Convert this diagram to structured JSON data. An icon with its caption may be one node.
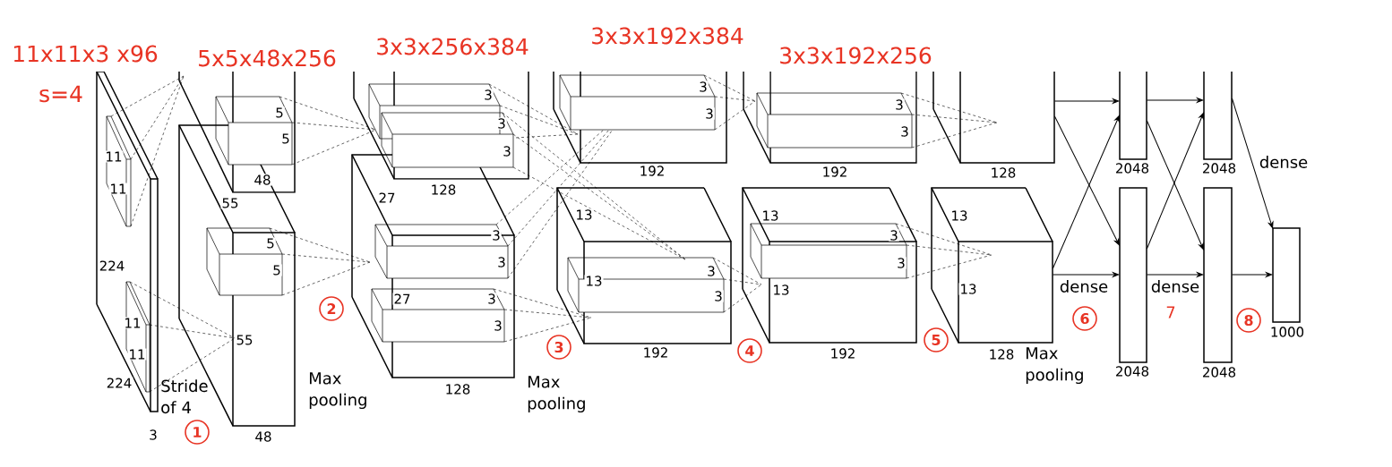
{
  "diagram": {
    "nodes": [
      {
        "text": [],
        "shape": "box",
        "beside": [
          "128"
        ]
      },
      {
        "text": [],
        "shape": "box",
        "beside": [
          "128"
        ]
      },
      {
        "text": [],
        "shape": "bar",
        "beside": [
          "2048"
        ]
      },
      {
        "text": [],
        "shape": "bar",
        "beside": [
          "2048"
        ]
      },
      {
        "text": [],
        "shape": "bar",
        "beside": [
          "2048"
        ]
      },
      {
        "text": [],
        "shape": "bar",
        "beside": [
          "2048"
        ]
      },
      {
        "text": [],
        "shape": "bar",
        "beside": [
          "1000"
        ]
      }
    ],
    "edges": [
      {
        "from": 0,
        "to": 2,
        "arrow": "to"
      },
      {
        "from": 0,
        "to": 3,
        "arrow": "to"
      },
      {
        "from": 1,
        "to": 2,
        "arrow": "to"
      },
      {
        "from": 1,
        "to": 3,
        "arrow": "to",
        "label": "dense"
      },
      {
        "from": 2,
        "to": 4,
        "arrow": "to"
      },
      {
        "from": 2,
        "to": 5,
        "arrow": "to"
      },
      {
        "from": 3,
        "to": 4,
        "arrow": "to"
      },
      {
        "from": 3,
        "to": 5,
        "arrow": "to",
        "label": "dense"
      },
      {
        "from": 4,
        "to": 6,
        "arrow": "to",
        "label": "dense"
      },
      {
        "from": 5,
        "to": 6,
        "arrow": "to"
      }
    ],
    "labels": [
      "11x11x3 x96",
      "s=4",
      "5x5x48x256",
      "3x3x256x384",
      "3x3x192x384",
      "3x3x192x256",
      "11",
      "11",
      "5",
      "5",
      "48",
      "3",
      "3",
      "3",
      "3",
      "3",
      "3",
      "3",
      "128",
      "192",
      "192",
      "27",
      "55",
      "13",
      "13",
      "13",
      "5",
      "3",
      "3",
      "224",
      "5",
      "3",
      "3",
      "3",
      "13",
      "13",
      "13",
      "27",
      "3",
      "3",
      "11",
      "2",
      "3",
      "6",
      "7",
      "8",
      "11",
      "55",
      "3",
      "192",
      "4",
      "192",
      "5",
      "224",
      "Stride of 4",
      "Max pooling",
      "128",
      "Max pooling",
      "Max pooling",
      "3",
      "1",
      "48"
    ]
  }
}
